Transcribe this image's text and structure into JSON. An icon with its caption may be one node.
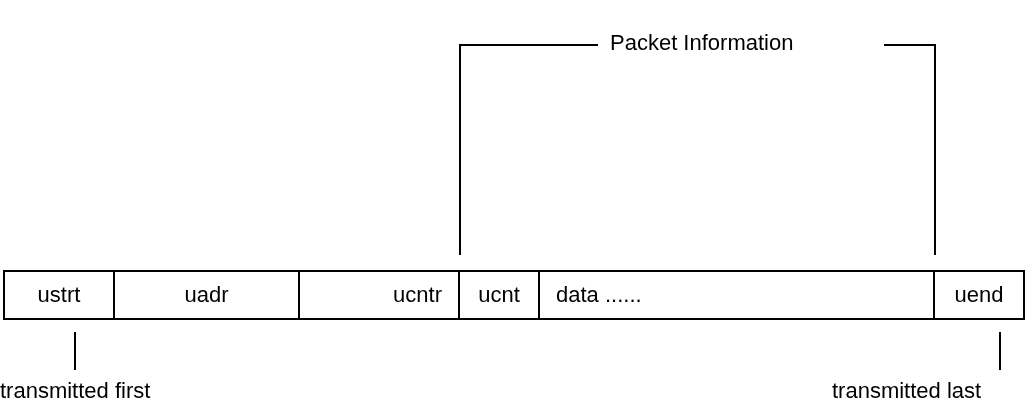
{
  "diagram": {
    "nodes": [
      {
        "text": [
          "ustrt"
        ]
      },
      {
        "text": [
          "uadr"
        ]
      },
      {
        "text": [
          "ucntr"
        ]
      },
      {
        "text": [
          "ucnt"
        ]
      },
      {
        "text": [
          "data ......"
        ]
      },
      {
        "text": [
          "uend"
        ]
      },
      {
        "text": [
          "transmitted first"
        ]
      },
      {
        "text": [
          "transmitted last"
        ]
      }
    ],
    "edges": [
      {
        "from": 6,
        "to": 0,
        "arrow": "none"
      },
      {
        "from": 7,
        "to": 5,
        "arrow": "none"
      }
    ],
    "labels": [
      "Packet Information"
    ]
  }
}
